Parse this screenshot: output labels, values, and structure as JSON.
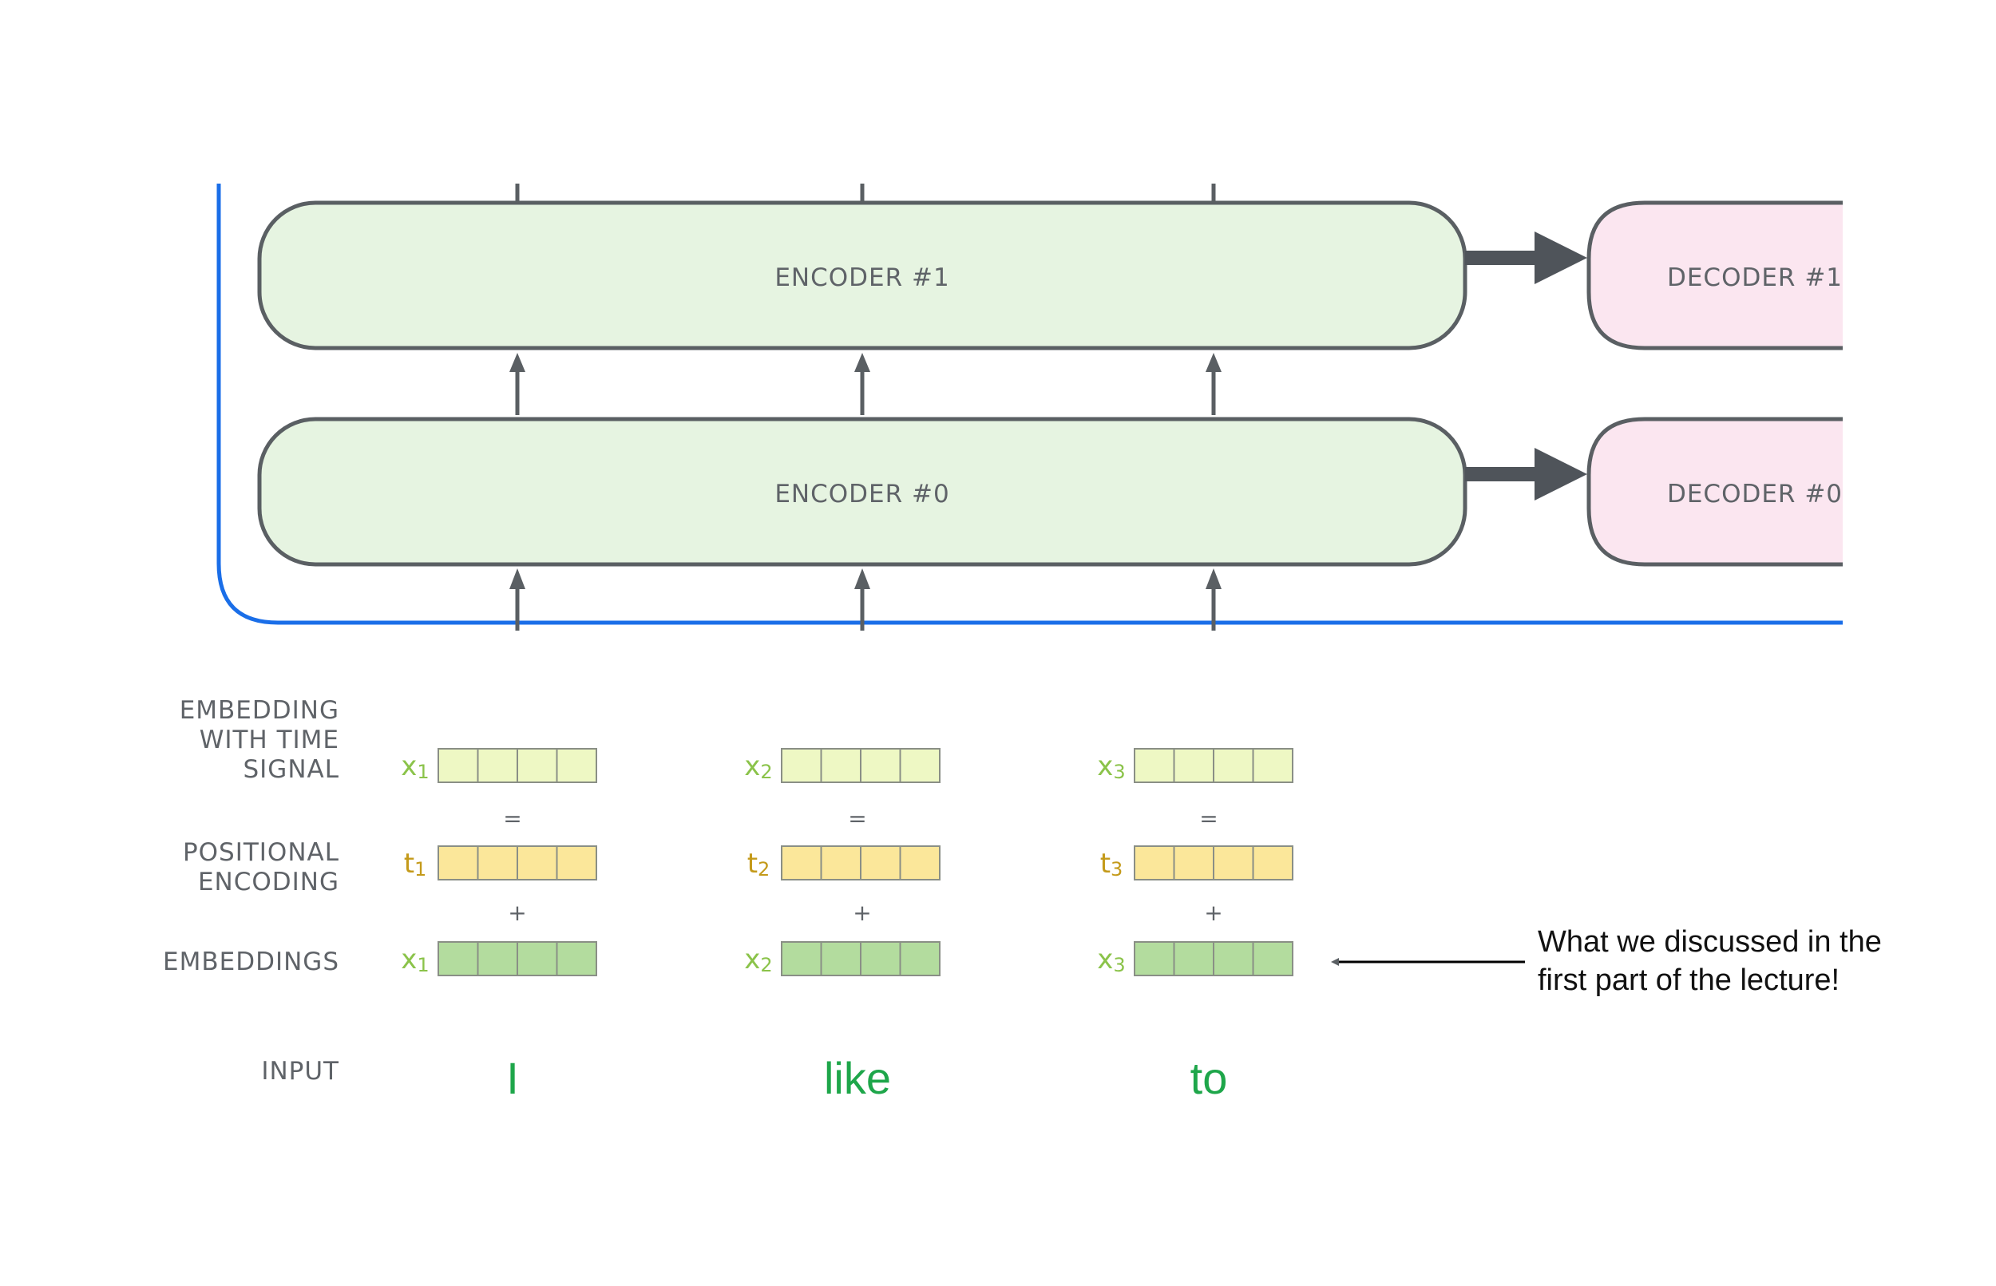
{
  "encoders": [
    {
      "label": "ENCODER #1"
    },
    {
      "label": "ENCODER #0"
    }
  ],
  "decoders": [
    {
      "label": "DECODER #1"
    },
    {
      "label": "DECODER #0"
    }
  ],
  "row_labels": {
    "embedding_time_signal": [
      "EMBEDDING",
      "WITH TIME",
      "SIGNAL"
    ],
    "positional_encoding": [
      "POSITIONAL",
      "ENCODING"
    ],
    "embeddings": "EMBEDDINGS",
    "input": "INPUT"
  },
  "tokens": [
    {
      "word": "I",
      "x": "x",
      "t": "t",
      "sub": "1",
      "eq": "=",
      "plus": "+"
    },
    {
      "word": "like",
      "x": "x",
      "t": "t",
      "sub": "2",
      "eq": "=",
      "plus": "+"
    },
    {
      "word": "to",
      "x": "x",
      "t": "t",
      "sub": "3",
      "eq": "=",
      "plus": "+"
    }
  ],
  "note": [
    "What we discussed in the",
    "first part of the lecture!"
  ],
  "colors": {
    "encoder_fill": "#e6f4e1",
    "decoder_fill": "#fbe6f0",
    "box_stroke": "#5a5f63",
    "frame_blue": "#1a6ee8",
    "time_signal_cell": "#eef8c4",
    "positional_cell": "#fbe79a",
    "embedding_cell": "#b3dc9e",
    "x_label": "#8bc34a",
    "t_label": "#c49a1a",
    "word": "#1ea64a"
  }
}
